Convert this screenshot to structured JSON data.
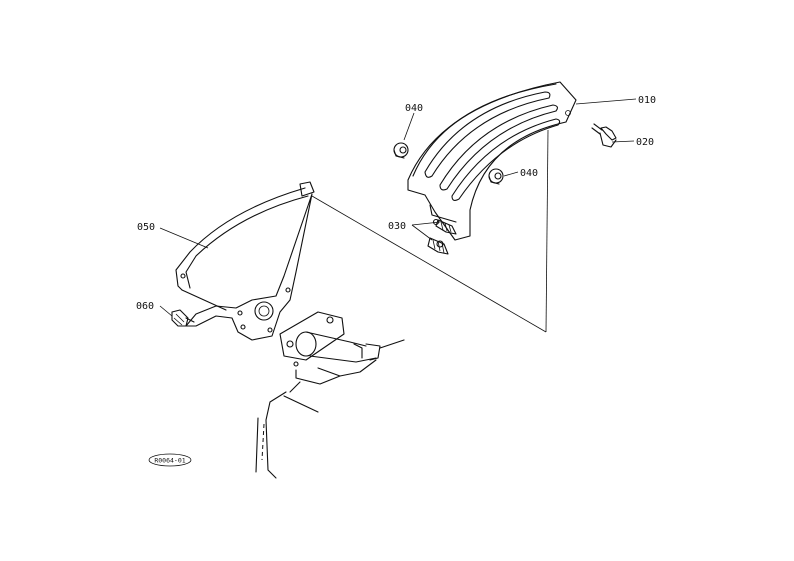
{
  "parts": [
    {
      "id": "part-010",
      "label": "010"
    },
    {
      "id": "part-020",
      "label": "020"
    },
    {
      "id": "part-030",
      "label": "030"
    },
    {
      "id": "part-040a",
      "label": "040"
    },
    {
      "id": "part-040b",
      "label": "040"
    },
    {
      "id": "part-050",
      "label": "050"
    },
    {
      "id": "part-060",
      "label": "060"
    }
  ],
  "figure_ref": "R0064-01"
}
